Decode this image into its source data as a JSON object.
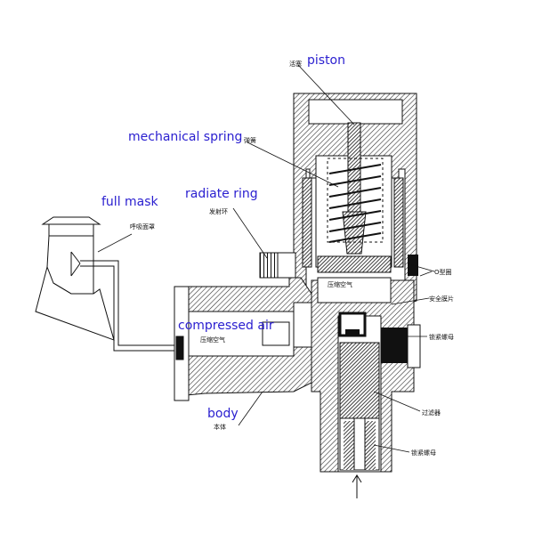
{
  "labels": {
    "piston": "piston",
    "piston_cn": "活塞",
    "mechanical_spring": "mechanical spring",
    "spring_cn": "弹簧",
    "full_mask": "full mask",
    "mask_cn": "呼吸面罩",
    "radiate_ring": "radiate ring",
    "radiate_cn": "发射环",
    "compressed_air": "compressed air",
    "compressed_air_cn": "压缩空气",
    "compressed_air_inner_cn": "压缩空气",
    "body": "body",
    "body_cn": "本体",
    "o_ring_cn": "O型圈",
    "safety_disc_cn": "安全膜片",
    "lock_nut_right_cn": "锁紧螺母",
    "filter_cn": "过滤器",
    "lock_nut_bottom_cn": "锁紧螺母"
  },
  "colors": {
    "english_label": "#2b20d0",
    "line": "#111111",
    "hatch": "#444444"
  }
}
